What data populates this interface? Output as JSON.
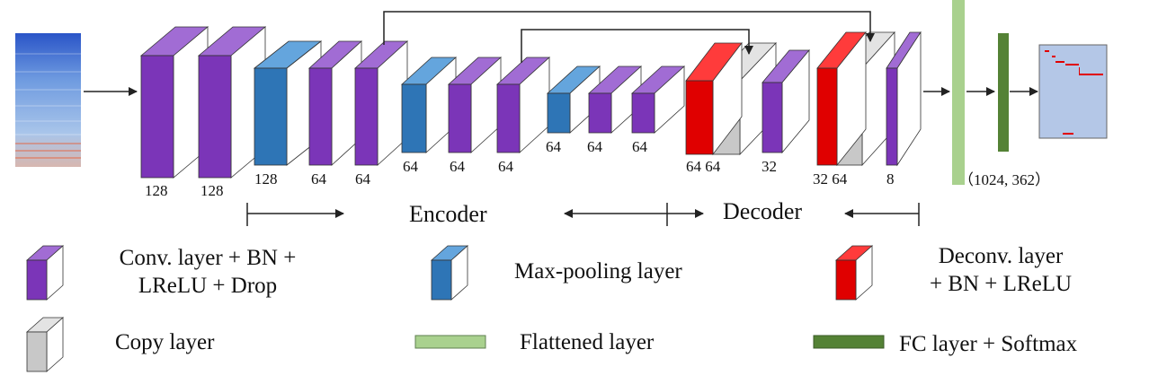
{
  "colors": {
    "conv": "#7b35b8",
    "conv_top": "#a16cd4",
    "pool": "#2e75b6",
    "pool_top": "#64a5dd",
    "deconv": "#e00000",
    "deconv_top": "#ff3b3b",
    "copy": "#c8c8c8",
    "copy_top": "#e3e3e3",
    "flatten": "#a9d18e",
    "fc": "#548235",
    "output_bg": "#b4c7e7"
  },
  "layers": [
    {
      "type": "conv",
      "label": "128"
    },
    {
      "type": "conv",
      "label": "128"
    },
    {
      "type": "pool",
      "label": "128"
    },
    {
      "type": "conv",
      "label": "64"
    },
    {
      "type": "conv",
      "label": "64"
    },
    {
      "type": "pool",
      "label": "64"
    },
    {
      "type": "conv",
      "label": "64"
    },
    {
      "type": "conv",
      "label": "64"
    },
    {
      "type": "pool",
      "label": "64"
    },
    {
      "type": "conv",
      "label": "64"
    },
    {
      "type": "conv",
      "label": "64"
    },
    {
      "type": "deconv+copy",
      "label": "64 64"
    },
    {
      "type": "conv",
      "label": "32"
    },
    {
      "type": "deconv+copy",
      "label": "32 64"
    },
    {
      "type": "conv",
      "label": "8"
    }
  ],
  "output_shape": "（1024, 362）",
  "sections": {
    "encoder": "Encoder",
    "decoder": "Decoder"
  },
  "legend": {
    "conv": "Conv. layer + BN + LReLU + Drop",
    "conv_line1": "Conv. layer + BN +",
    "conv_line2": "LReLU + Drop",
    "pool": "Max-pooling layer",
    "deconv": "Deconv. layer + BN + LReLU",
    "deconv_line1": "Deconv. layer",
    "deconv_line2": "+ BN + LReLU",
    "copy": "Copy layer",
    "flatten": "Flattened layer",
    "fc": "FC layer + Softmax"
  }
}
